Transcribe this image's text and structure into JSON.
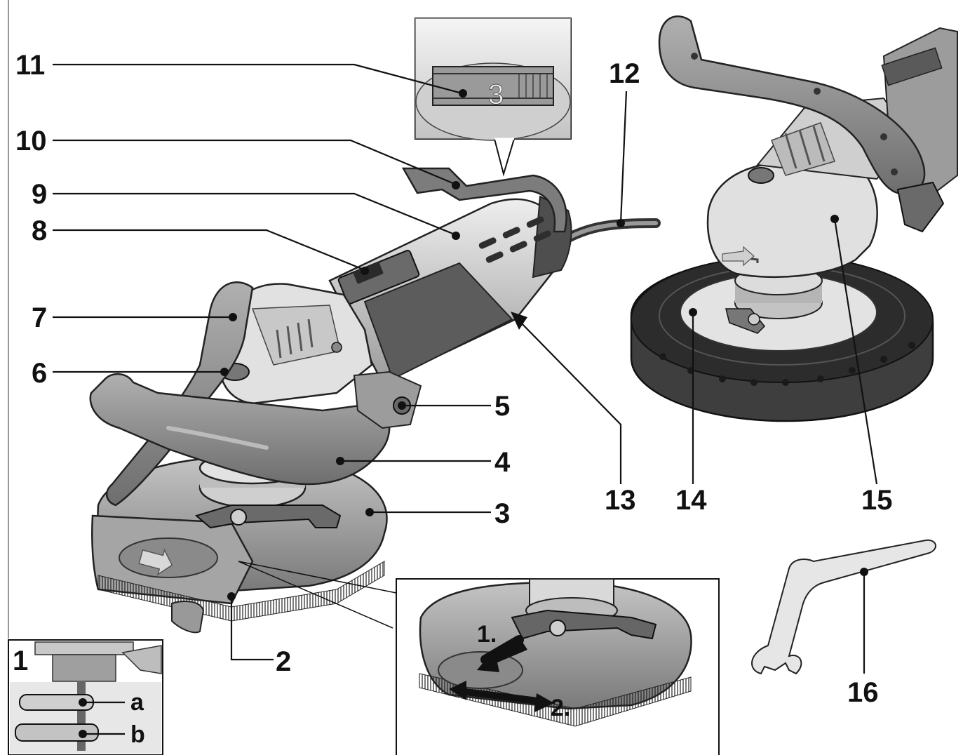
{
  "callouts": {
    "c1": "1",
    "c2": "2",
    "c3": "3",
    "c4": "4",
    "c5": "5",
    "c6": "6",
    "c7": "7",
    "c8": "8",
    "c9": "9",
    "c10": "10",
    "c11": "11",
    "c12": "12",
    "c13": "13",
    "c14": "14",
    "c15": "15",
    "c16": "16"
  },
  "inset_dial": {
    "setting": "3"
  },
  "inset_flange": {
    "a": "a",
    "b": "b"
  },
  "inset_hood": {
    "step1": "1.",
    "step2": "2."
  },
  "colors": {
    "ink": "#111111",
    "body_light": "#d9d9d9",
    "body_mid": "#9a9a9a",
    "body_dark": "#555555",
    "handle": "#8c8c8c"
  }
}
